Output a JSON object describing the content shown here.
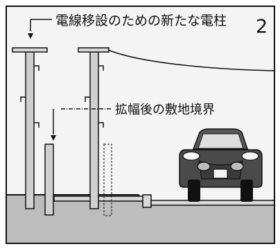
{
  "panel_number": "2",
  "labels": {
    "new_pole": "電線移設のための新たな電柱",
    "boundary": "拡幅後の敷地境界"
  },
  "colors": {
    "sky": "#f4f4f4",
    "ground": "#bdbdbd",
    "pole": "#cfcfcf",
    "outline": "#111111"
  }
}
